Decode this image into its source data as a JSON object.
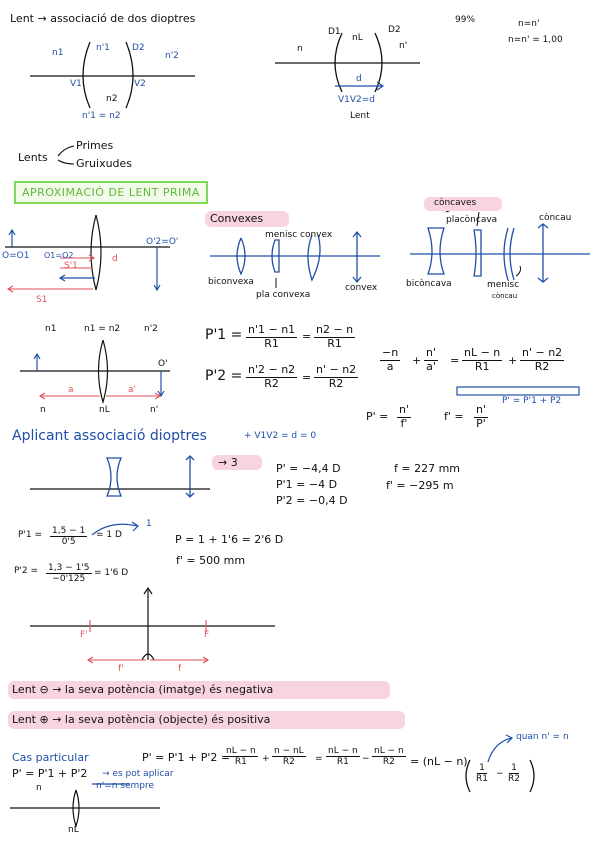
{
  "section1": {
    "title": "Lent → associació de dos dioptres",
    "label_n1": "n1",
    "label_n1p": "n'1",
    "label_d2": "D2",
    "label_n2p": "n'2",
    "label_v1": "V1",
    "label_v2": "V2",
    "label_n2": "n2",
    "equation": "n'1 = n2",
    "lens2_d1": "D1",
    "lens2_nl": "nL",
    "lens2_d2": "D2",
    "lens2_n": "n",
    "lens2_np": "n'",
    "lens2_d": "d",
    "lens2_v1v2": "V1V2=d",
    "lens2_caption": "Lent",
    "note_pct": "99%",
    "note_eq1": "n=n'",
    "note_eq2": "n=n' = 1,00"
  },
  "types": {
    "lents": "Lents",
    "primes": "Primes",
    "gruixudes": "Gruixudes"
  },
  "section2": {
    "title": "APROXIMACIÓ DE LENT PRIMA",
    "convexes": "Convexes",
    "concaves": "còncaves",
    "menisc_convex": "menisc convex",
    "biconvexa": "biconvexa",
    "pla_convexa": "pla convexa",
    "convex": "convex",
    "placoncava": "placòncava",
    "concau": "còncau",
    "biconcava": "bicòncava",
    "menisc_concau": "menisc",
    "menisc_concau2": "còncau",
    "o_eq": "O=O1",
    "o1o2": "O1=O2",
    "o2o": "O'2=O'",
    "s1": "S1",
    "sp1": "S'1",
    "d_small": "d"
  },
  "section3": {
    "n1": "n1",
    "eq_mid": "n1 = n2",
    "n2p": "n'2",
    "n_bottom": "n",
    "nl_bottom": "nL",
    "np_bottom": "n'",
    "a_label": "a",
    "ap_label": "a'",
    "oprime": "O'",
    "P1_lhs": "P'1 =",
    "P1_num": "n'1 − n1",
    "P1_den": "R1",
    "P1_eq": "=",
    "P1_num2": "n2 − n",
    "P1_den2": "R1",
    "P2_lhs": "P'2 =",
    "P2_num": "n'2 − n2",
    "P2_den": "R2",
    "P2_num2": "n' − n2",
    "P2_den2": "R2",
    "gauss_t1n": "−n",
    "gauss_t1d": "a",
    "gauss_plus": "+",
    "gauss_t2n": "n'",
    "gauss_t2d": "a'",
    "gauss_eq": "=",
    "gauss_t3n": "nL − n",
    "gauss_t3d": "R1",
    "gauss_plus2": "+",
    "gauss_t4n": "n' − n2",
    "gauss_t4d": "R2",
    "gauss_sum": "P' = P'1 + P2",
    "p_lhs": "P' =",
    "p_num": "n'",
    "p_den": "f'",
    "f_lhs": "f' =",
    "f_num": "n'",
    "f_den": "P'"
  },
  "section4": {
    "title": "Aplicant associació dioptres",
    "cond": "+ V1V2 = d = 0",
    "arrow3": "→ 3",
    "p_val": "P' = −4,4 D",
    "p1_val": "P'1 = −4 D",
    "p2_val": "P'2 = −0,4 D",
    "f_val": "f = 227 mm",
    "fp_val": "f' = −295 m"
  },
  "section5": {
    "p1_lhs": "P'1 =",
    "p1_num": "1,5 − 1",
    "p1_den": "0'5",
    "p1_res": "= 1 D",
    "one": "1",
    "p2_lhs": "P'2 =",
    "p2_num": "1,3 − 1'5",
    "p2_den": "−0'125",
    "p2_res": "= 1'6 D",
    "p_sum": "P = 1 + 1'6 = 2'6 D",
    "f_res": "f' = 500 mm",
    "fp_label": "F'",
    "f_label": "F",
    "fpp": "f'",
    "ff": "f"
  },
  "rules": {
    "neg": "Lent ⊖ → la seva potència (imatge) és negativa",
    "pos": "Lent ⊕ → la seva potència (objecte) és positiva"
  },
  "section6": {
    "title": "Cas particular",
    "formula": "P' = P'1 + P'2 =",
    "f1n": "nL − n",
    "f1d": "R1",
    "plus": "+",
    "f2n": "n − nL",
    "f2d": "R2",
    "eq": "=",
    "f3n": "nL − n",
    "f3d": "R1",
    "minus": "−",
    "f4n": "nL − n",
    "f4d": "R2",
    "eq2": "= (nL − n)",
    "g1n": "1",
    "g1d": "R1",
    "gminus": "−",
    "g2n": "1",
    "g2d": "R2",
    "quan": "quan n' = n",
    "line2": "P' = P'1 + P'2",
    "note": "→ es pot aplicar",
    "note2": "n'=n  sempre",
    "n_lbl": "n",
    "nl_lbl": "nL"
  }
}
